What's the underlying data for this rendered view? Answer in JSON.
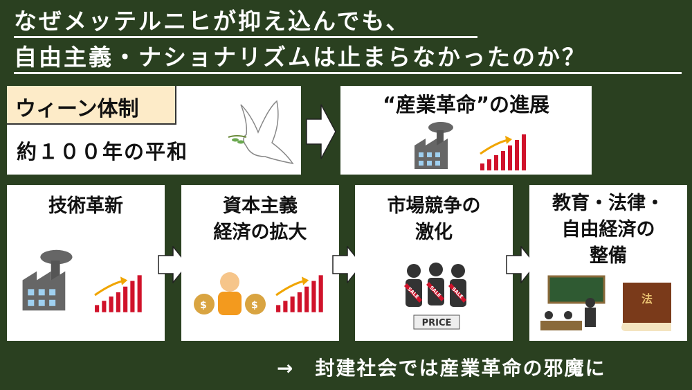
{
  "title": {
    "line1": "なぜメッテルニヒが抑え込んでも、",
    "line2": "自由主義・ナショナリズムは止まらなかったのか？"
  },
  "top": {
    "vienna_label": "ウィーン体制",
    "peace": "約１００年の平和",
    "industrial": "“産業革命”の進展"
  },
  "steps": [
    {
      "line1": "技術革新",
      "line2": ""
    },
    {
      "line1": "資本主義",
      "line2": "経済の拡大"
    },
    {
      "line1": "市場競争の",
      "line2": "激化"
    },
    {
      "line1": "教育・法律・",
      "line2": "自由経済の",
      "line3": "整備"
    }
  ],
  "illustrations": {
    "price_sign": "PRICE",
    "sale_sash": "SALE",
    "book_label": "法"
  },
  "footer": "→　封建社会では産業革命の邪魔に",
  "colors": {
    "background": "#2a4020",
    "label_bg": "#fdebc8",
    "chart_red": "#d0122a",
    "chart_arrow": "#f0a500"
  }
}
